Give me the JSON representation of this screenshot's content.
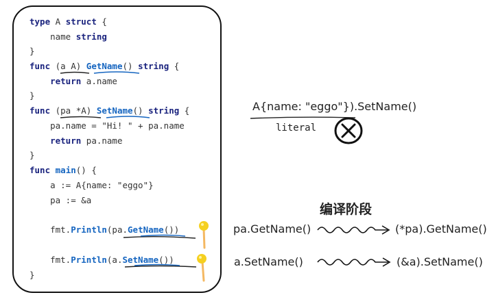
{
  "code": {
    "lines": [
      "type A struct {",
      "    name string",
      "}",
      "func (a A) GetName() string {",
      "    return a.name",
      "}",
      "func (pa *A) SetName() string {",
      "    pa.name = \"Hi! \" + pa.name",
      "    return pa.name",
      "}",
      "func main() {",
      "    a := A{name: \"eggo\"}",
      "    pa := &a",
      "",
      "    fmt.Println(pa.GetName())",
      "",
      "    fmt.Println(a.SetName())",
      "}"
    ]
  },
  "literal_note": {
    "expression": "A{name: \"eggo\"}).SetName()",
    "label": "literal",
    "status_icon": "cross-circle-icon"
  },
  "compile_stage": {
    "title": "编译阶段",
    "rows": [
      {
        "from": "pa.GetName()",
        "to": "(*pa).GetName()"
      },
      {
        "from": "a.SetName()",
        "to": "(&a).SetName()"
      }
    ]
  },
  "colors": {
    "keyword": "#1a237e",
    "function": "#1565c0",
    "lollipop": "#f5d020",
    "stick": "#f4b862"
  }
}
